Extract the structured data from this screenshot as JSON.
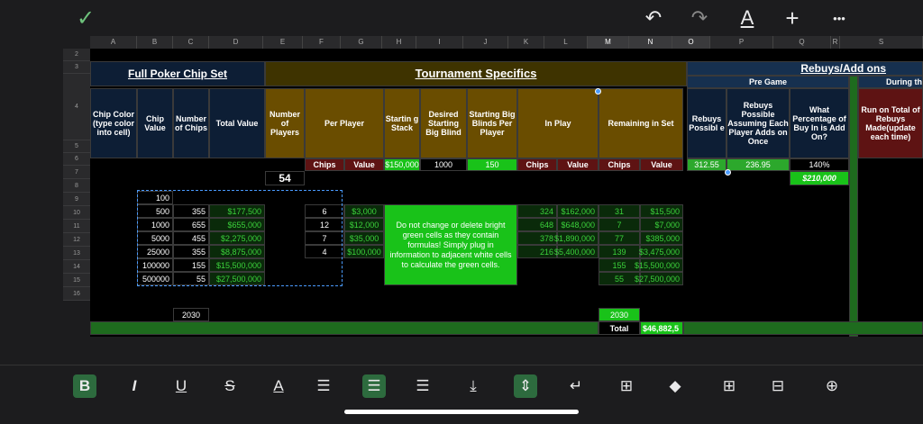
{
  "toolbar": {
    "undo": "↶",
    "redo": "↷",
    "text_format": "A",
    "add": "+",
    "more": "•••"
  },
  "columns": [
    "A",
    "B",
    "C",
    "D",
    "E",
    "F",
    "G",
    "H",
    "I",
    "J",
    "K",
    "L",
    "M",
    "N",
    "O",
    "P",
    "Q",
    "R",
    "S"
  ],
  "rows": [
    "2",
    "3",
    "4",
    "5",
    "6",
    "7",
    "8",
    "9",
    "10",
    "11",
    "12",
    "13",
    "14",
    "15",
    "16"
  ],
  "headers": {
    "full_set": "Full Poker Chip Set",
    "tournament": "Tournament Specifics",
    "rebuys": "Rebuys/Add ons",
    "pre_game": "Pre Game",
    "during": "During th"
  },
  "labels": {
    "chip_color": "Chip Color (type color into cell)",
    "chip_value": "Chip Value",
    "num_chips": "Number of Chips",
    "total_value": "Total Value",
    "num_players": "Number of Players",
    "per_player": "Per Player",
    "starting_stack": "Startin g Stack",
    "desired_bb": "Desired Starting Big Blind",
    "starting_bb_pp": "Starting Big Blinds Per Player",
    "in_play": "In Play",
    "remaining": "Remaining in Set",
    "rebuys_possible": "Rebuys Possibl e",
    "rebuys_assuming": "Rebuys Possible Assuming Each Player Adds on Once",
    "pct_buyin": "What Percentage of Buy In is Add On?",
    "running_total": "Run on Total of Rebuys Made(update each time)",
    "chips": "Chips",
    "value": "Value",
    "total": "Total"
  },
  "row5": {
    "stack": "$150,000",
    "bb": "1000",
    "bbpp": "150",
    "rebuys": "312.55",
    "assuming": "236.95",
    "pct": "140%"
  },
  "row6": {
    "players": "54",
    "addon": "$210,000"
  },
  "chip_values": [
    "100",
    "500",
    "1000",
    "5000",
    "25000",
    "100000",
    "500000"
  ],
  "num_chips": [
    "",
    "355",
    "655",
    "455",
    "355",
    "155",
    "55"
  ],
  "total_values": [
    "",
    "$177,500",
    "$655,000",
    "$2,275,000",
    "$8,875,000",
    "$15,500,000",
    "$27,500,000"
  ],
  "per_player_chips": [
    "",
    "6",
    "12",
    "7",
    "4",
    "",
    ""
  ],
  "per_player_value": [
    "",
    "$3,000",
    "$12,000",
    "$35,000",
    "$100,000",
    "",
    ""
  ],
  "inplay_chips": [
    "",
    "324",
    "648",
    "378",
    "216",
    "",
    ""
  ],
  "inplay_value": [
    "",
    "$162,000",
    "$648,000",
    "$1,890,000",
    "$5,400,000",
    "",
    ""
  ],
  "remaining_chips": [
    "",
    "31",
    "7",
    "77",
    "139",
    "155",
    "55"
  ],
  "remaining_value": [
    "",
    "$15,500",
    "$7,000",
    "$385,000",
    "$3,475,000",
    "$15,500,000",
    "$27,500,000"
  ],
  "note": "Do not change or delete bright green cells as they contain formulas! Simply plug in information to adjacent white cells to calculate the green cells.",
  "chip_total": "2030",
  "remaining_total_chips": "2030",
  "remaining_total_value": "$46,882,5",
  "format": {
    "bold": "B",
    "italic": "I",
    "underline": "U",
    "strike": "S",
    "color": "A"
  }
}
